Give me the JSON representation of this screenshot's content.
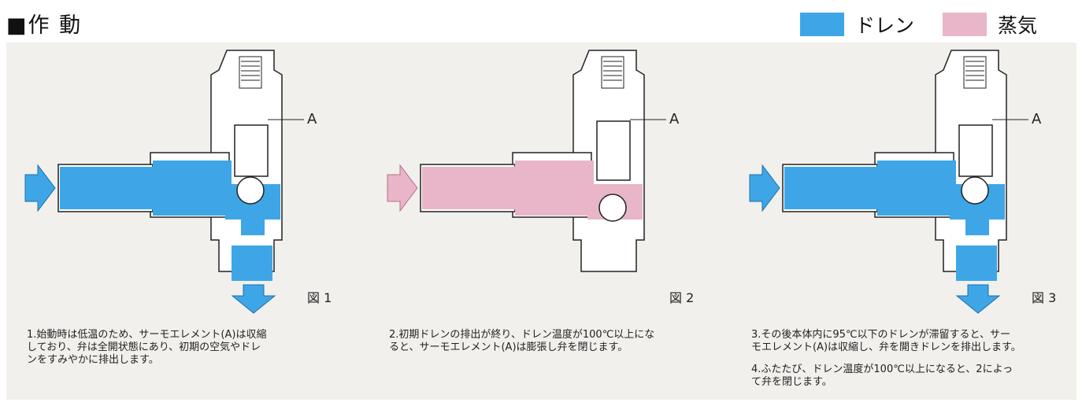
{
  "title": "■作 動",
  "legend": [
    {
      "label": "ドレン",
      "color": "#3ea6e6"
    },
    {
      "label": "蒸気",
      "color": "#e8b6c8"
    }
  ],
  "figures": [
    {
      "label": "図 1",
      "callout": "A",
      "state": "drain",
      "description": "1.始動時は低温のため、サーモエレメント(A)は収縮\n  しており、弁は全開状態にあり、初期の空気やドレ\n  ンをすみやかに排出します。"
    },
    {
      "label": "図 2",
      "callout": "A",
      "state": "steam",
      "description": "2.初期ドレンの排出が終り、ドレン温度が100℃以上にな\n  ると、サーモエレメント(A)は膨張し弁を閉じます。"
    },
    {
      "label": "図 3",
      "callout": "A",
      "state": "drain",
      "description": "3.その後本体内に95℃以下のドレンが滞留すると、サー\n  モエレメント(A)は収縮し、弁を開きドレンを排出します。",
      "description2": "4.ふたたび、ドレン温度が100℃以上になると、2によっ\n  て弁を閉じます。"
    }
  ]
}
